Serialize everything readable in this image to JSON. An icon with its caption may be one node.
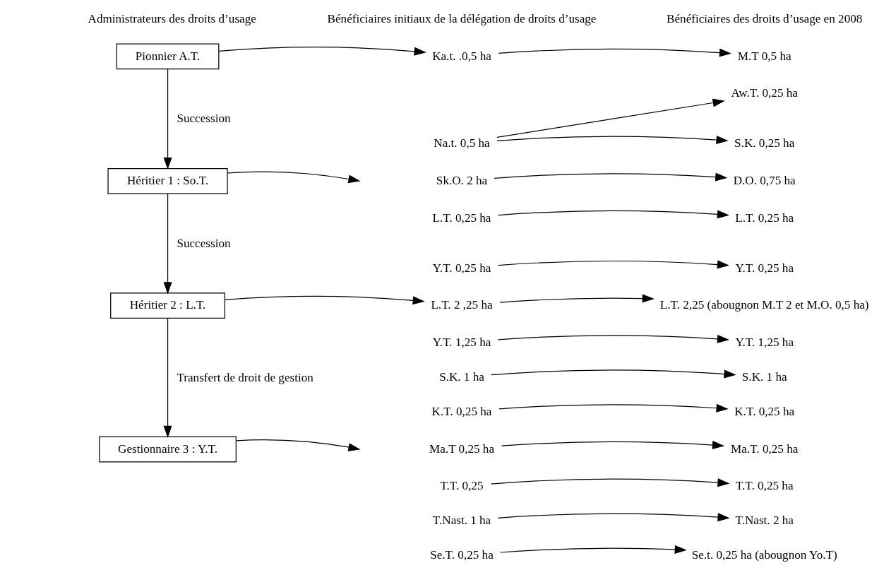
{
  "diagram": {
    "nodes": [
      {
        "text": [
          "Pionnier A.T."
        ]
      },
      {
        "text": [
          "Ka.t. .0,5 ha"
        ]
      },
      {
        "text": [
          "M.T 0,5 ha"
        ]
      },
      {
        "text": [
          "Héritier 1 : So.T."
        ]
      },
      {
        "text": [
          "Na.t. 0,5 ha"
        ]
      },
      {
        "text": [
          "Sk.O. 2 ha"
        ]
      },
      {
        "text": [
          "L.T. 0,25 ha"
        ]
      },
      {
        "text": [
          "Y.T. 0,25 ha"
        ]
      },
      {
        "text": [
          "Aw.T. 0,25 ha"
        ]
      },
      {
        "text": [
          "S.K. 0,25 ha"
        ]
      },
      {
        "text": [
          "D.O. 0,75 ha"
        ]
      },
      {
        "text": [
          "L.T. 0,25 ha"
        ]
      },
      {
        "text": [
          "Y.T. 0,25 ha"
        ]
      },
      {
        "text": [
          "Héritier 2 : L.T."
        ]
      },
      {
        "text": [
          "L.T. 2 ,25 ha"
        ]
      },
      {
        "text": [
          "L.T. 2,25 (abougnon M.T 2 et M.O. 0,5 ha)"
        ]
      },
      {
        "text": [
          "Gestionnaire 3 : Y.T."
        ]
      },
      {
        "text": [
          "Y.T. 1,25 ha"
        ]
      },
      {
        "text": [
          "S.K. 1 ha"
        ]
      },
      {
        "text": [
          "K.T. 0,25 ha"
        ]
      },
      {
        "text": [
          "Ma.T 0,25 ha"
        ]
      },
      {
        "text": [
          "T.T. 0,25"
        ]
      },
      {
        "text": [
          "T.Nast. 1 ha"
        ]
      },
      {
        "text": [
          "Se.T. 0,25 ha"
        ]
      },
      {
        "text": [
          "Y.T. 1,25 ha"
        ]
      },
      {
        "text": [
          "S.K. 1 ha"
        ]
      },
      {
        "text": [
          "K.T. 0,25 ha"
        ]
      },
      {
        "text": [
          "Ma.T. 0,25 ha"
        ]
      },
      {
        "text": [
          "T.T. 0,25 ha"
        ]
      },
      {
        "text": [
          "T.Nast. 2 ha"
        ]
      },
      {
        "text": [
          "Se.t. 0,25 ha (abougnon Yo.T)"
        ]
      }
    ],
    "edges": [
      {
        "from": 0,
        "to": 1,
        "arrow": "to"
      },
      {
        "from": 1,
        "to": 2,
        "arrow": "to"
      },
      {
        "from": 0,
        "to": 3,
        "arrow": "to",
        "label": "Succession"
      },
      {
        "from": 3,
        "to": null,
        "arrow": "to"
      },
      {
        "from": 4,
        "to": 8,
        "arrow": "to"
      },
      {
        "from": 4,
        "to": 9,
        "arrow": "to"
      },
      {
        "from": 5,
        "to": 10,
        "arrow": "to"
      },
      {
        "from": 6,
        "to": 11,
        "arrow": "to"
      },
      {
        "from": 7,
        "to": 12,
        "arrow": "to"
      },
      {
        "from": 3,
        "to": 13,
        "arrow": "to",
        "label": "Succession"
      },
      {
        "from": 13,
        "to": 14,
        "arrow": "to"
      },
      {
        "from": 14,
        "to": 15,
        "arrow": "to"
      },
      {
        "from": 13,
        "to": 16,
        "arrow": "to",
        "label": "Transfert de droit de gestion"
      },
      {
        "from": 16,
        "to": null,
        "arrow": "to"
      },
      {
        "from": 17,
        "to": 24,
        "arrow": "to"
      },
      {
        "from": 18,
        "to": 25,
        "arrow": "to"
      },
      {
        "from": 19,
        "to": 26,
        "arrow": "to"
      },
      {
        "from": 20,
        "to": 27,
        "arrow": "to"
      },
      {
        "from": 21,
        "to": 28,
        "arrow": "to"
      },
      {
        "from": 22,
        "to": 29,
        "arrow": "to"
      },
      {
        "from": 23,
        "to": 30,
        "arrow": "to"
      }
    ],
    "labels": [
      "Administrateurs des droits d’usage",
      "Bénéficiaires initiaux de la délégation de droits d’usage",
      "Bénéficiaires des droits d’usage en 2008"
    ]
  }
}
